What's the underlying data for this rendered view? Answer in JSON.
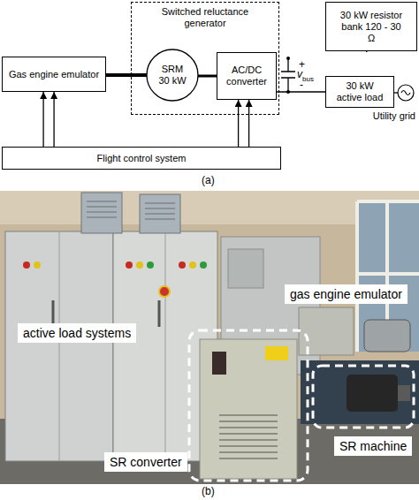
{
  "diagram": {
    "nodes": [
      {
        "text": [
          "Switched reluctance generator"
        ]
      },
      {
        "text": [
          "Gas engine emulator"
        ]
      },
      {
        "text": [
          "SRM 30 kW"
        ],
        "in": 0
      },
      {
        "text": [
          "AC/DC converter"
        ],
        "in": 0
      },
      {
        "text": [
          "30 kW resistor bank 120 - 30 Ω"
        ]
      },
      {
        "text": [
          "30 kW active load"
        ]
      },
      {
        "text": [
          "Utility grid"
        ]
      },
      {
        "text": [
          "Flight control system"
        ]
      }
    ],
    "edges": [
      {
        "from": 1,
        "to": 2,
        "arrow": "none"
      },
      {
        "from": 2,
        "to": 3,
        "arrow": "none"
      },
      {
        "from": 3,
        "to": 4,
        "arrow": "none"
      },
      {
        "from": 3,
        "to": 5,
        "arrow": "none"
      },
      {
        "from": 5,
        "to": 6,
        "arrow": "none"
      },
      {
        "from": 7,
        "to": 1,
        "arrow": "to"
      },
      {
        "from": 7,
        "to": 1,
        "arrow": "to"
      },
      {
        "from": 7,
        "to": 3,
        "arrow": "to"
      },
      {
        "from": 7,
        "to": 3,
        "arrow": "to"
      }
    ],
    "labels": [
      "+",
      "v",
      "bus",
      "-",
      "(a)",
      "active load systems",
      "gas engine emulator",
      "SR machine",
      "SR converter",
      "(b)"
    ]
  }
}
